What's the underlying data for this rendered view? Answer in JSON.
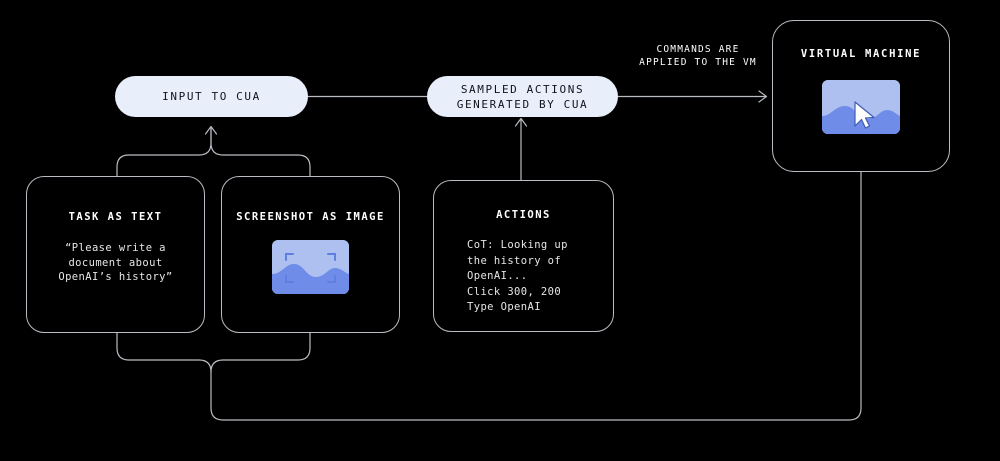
{
  "diagram": {
    "title": "CUA loop",
    "background_color": "#000000",
    "line_color": "#b9bcc2",
    "pill_bg_color": "#e9eefb",
    "pill_text_color": "#10131a",
    "screen_bg_color": "#adc0ef",
    "screen_wave_color": "#6e8ce8"
  },
  "nodes": {
    "input_pill": {
      "label": "INPUT TO CUA"
    },
    "sampled_pill": {
      "line1": "SAMPLED ACTIONS",
      "line2": "GENERATED BY CUA"
    },
    "task_card": {
      "title": "TASK AS TEXT",
      "body": "“Please write a\ndocument about\nOpenAI’s history”"
    },
    "screenshot_card": {
      "title": "SCREENSHOT AS IMAGE",
      "image_icon": "screenshot-thumbnail"
    },
    "actions_card": {
      "title": "ACTIONS",
      "body": "CoT: Looking up\nthe history of\nOpenAI...\nClick 300, 200\nType OpenAI"
    },
    "vm_card": {
      "title": "VIRTUAL MACHINE",
      "image_icon": "vm-screen-thumbnail"
    }
  },
  "edges": {
    "commands_label": "COMMANDS ARE\nAPPLIED TO THE VM"
  }
}
